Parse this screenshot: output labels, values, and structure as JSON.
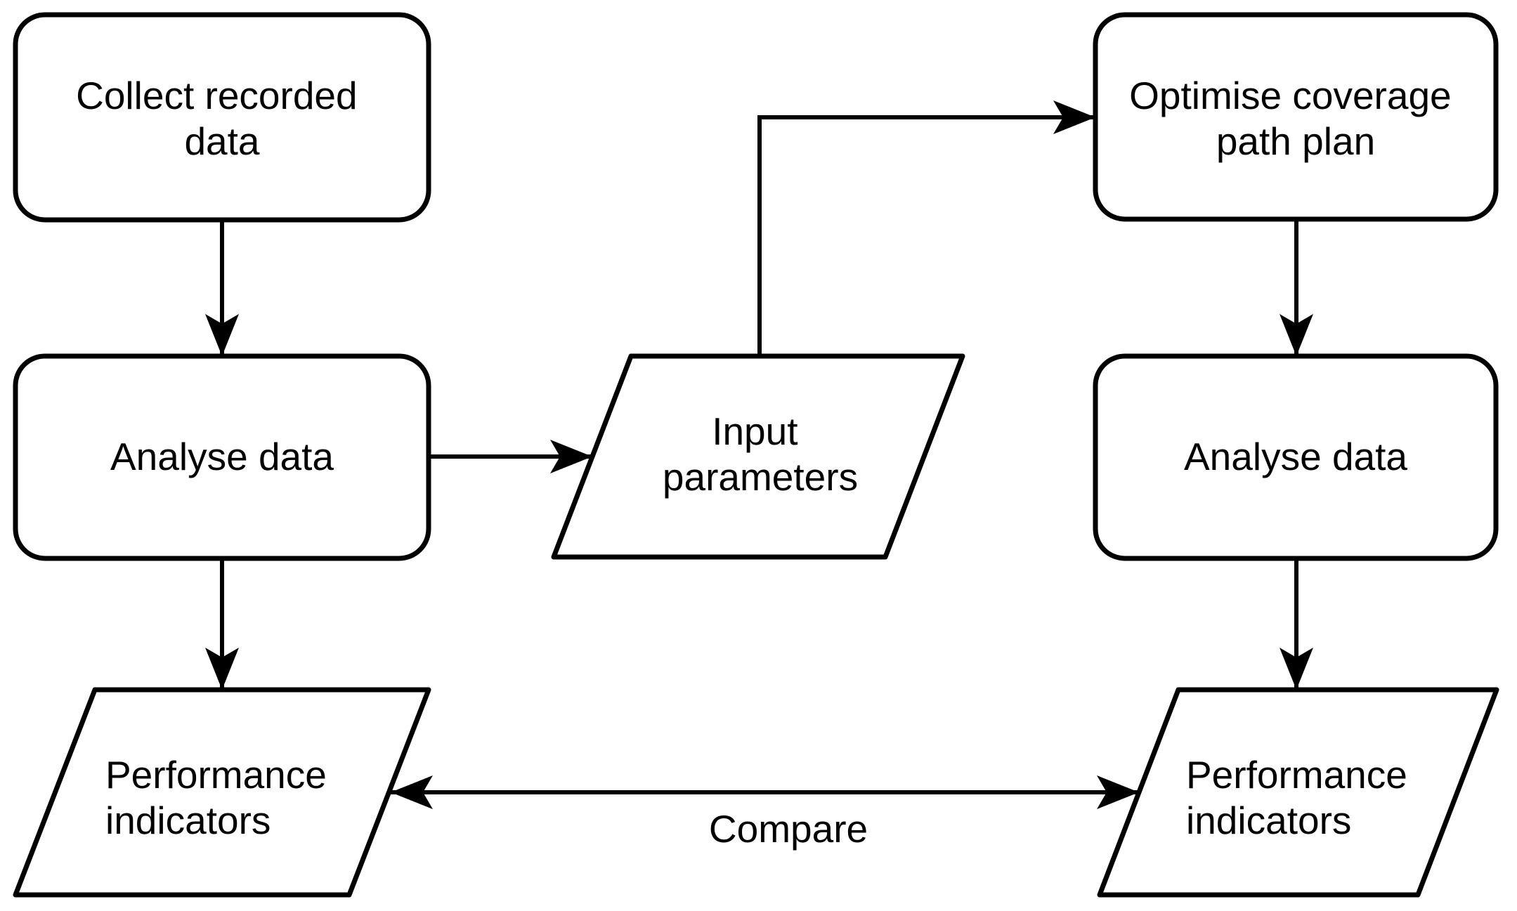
{
  "colors": {
    "background": "#ffffff",
    "line": "#000000",
    "text": "#000000"
  },
  "nodes": [
    {
      "id": "collect-recorded-data",
      "shape": "rounded-rect",
      "lines": [
        "Collect recorded",
        "data"
      ]
    },
    {
      "id": "analyse-data-left",
      "shape": "rounded-rect",
      "lines": [
        "Analyse data"
      ]
    },
    {
      "id": "performance-indicators-left",
      "shape": "parallelogram",
      "lines": [
        "Performance",
        "indicators"
      ]
    },
    {
      "id": "input-parameters",
      "shape": "parallelogram",
      "lines": [
        "Input",
        "parameters"
      ]
    },
    {
      "id": "optimise-coverage-path-plan",
      "shape": "rounded-rect",
      "lines": [
        "Optimise coverage",
        "path plan"
      ]
    },
    {
      "id": "analyse-data-right",
      "shape": "rounded-rect",
      "lines": [
        "Analyse data"
      ]
    },
    {
      "id": "performance-indicators-right",
      "shape": "parallelogram",
      "lines": [
        "Performance",
        "indicators"
      ]
    }
  ],
  "edges": [
    {
      "from": "collect-recorded-data",
      "to": "analyse-data-left",
      "arrow": "end"
    },
    {
      "from": "analyse-data-left",
      "to": "performance-indicators-left",
      "arrow": "end"
    },
    {
      "from": "analyse-data-left",
      "to": "input-parameters",
      "arrow": "end"
    },
    {
      "from": "input-parameters",
      "to": "optimise-coverage-path-plan",
      "arrow": "end",
      "style": "elbow"
    },
    {
      "from": "optimise-coverage-path-plan",
      "to": "analyse-data-right",
      "arrow": "end"
    },
    {
      "from": "analyse-data-right",
      "to": "performance-indicators-right",
      "arrow": "end"
    },
    {
      "from": "performance-indicators-left",
      "to": "performance-indicators-right",
      "arrow": "both",
      "label": "Compare"
    }
  ]
}
